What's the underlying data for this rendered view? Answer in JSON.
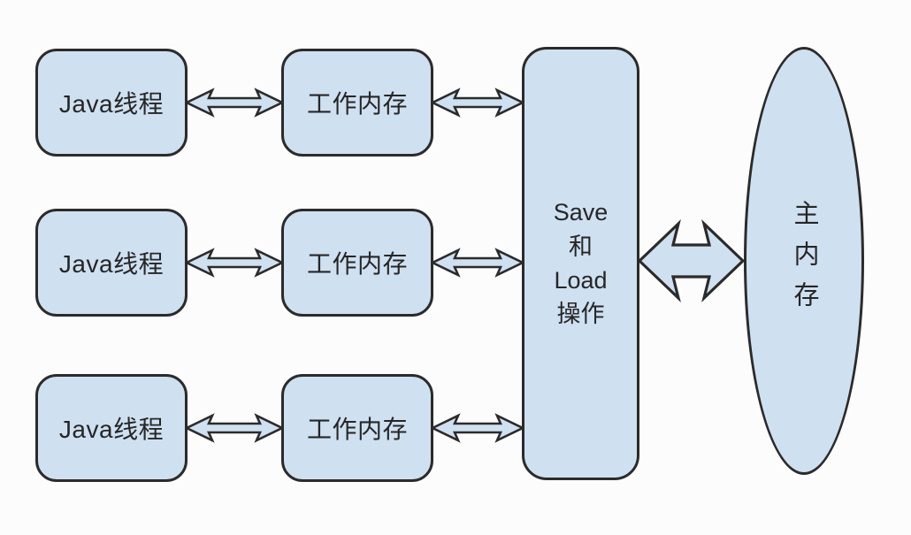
{
  "diagram": {
    "type": "java-memory-model-diagram",
    "colors": {
      "background": "#fcfcfc",
      "node_fill": "#cfe0f1",
      "outline": "#2b2b2b",
      "text": "#262626"
    },
    "rows": [
      {
        "thread": "Java线程",
        "memory": "工作内存"
      },
      {
        "thread": "Java线程",
        "memory": "工作内存"
      },
      {
        "thread": "Java线程",
        "memory": "工作内存"
      }
    ],
    "save_load": {
      "lines": [
        "Save",
        "和",
        "Load",
        "操作"
      ]
    },
    "main_memory_label": "主内存"
  }
}
